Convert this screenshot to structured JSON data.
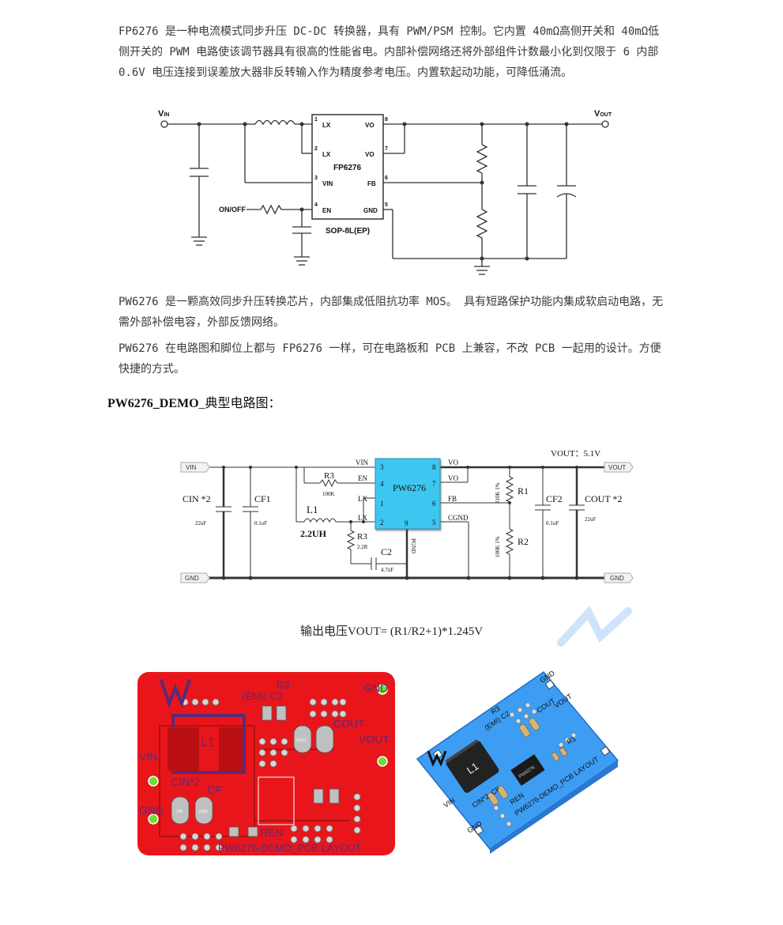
{
  "paragraphs": [
    "FP6276 是一种电流模式同步升压 DC-DC 转换器，具有 PWM/PSM 控制。它内置 40mΩ高侧开关和 40mΩ低侧开关的 PWM 电路使该调节器具有很高的性能省电。内部补偿网络还将外部组件计数最小化到仅限于 6 内部 0.6V 电压连接到误差放大器非反转输入作为精度参考电压。内置软起动功能，可降低涌流。",
    "PW6276 是一颗高效同步升压转换芯片，内部集成低阻抗功率 MOS。 具有短路保护功能内集成软启动电路，无需外部补偿电容，外部反馈网络。",
    "PW6276 在电路图和脚位上都与 FP6276 一样，可在电路板和 PCB 上兼容，不改 PCB 一起用的设计。方便快捷的方式。"
  ],
  "heading": {
    "bold": "PW6276_DEMO",
    "rest": "_典型电路图："
  },
  "schematic1": {
    "vin": "V",
    "vin_sub": "IN",
    "vout": "V",
    "vout_sub": "OUT",
    "chip": "FP6276",
    "package": "SOP-8L(EP)",
    "onoff": "ON/OFF",
    "pins_left": [
      {
        "num": "1",
        "name": "LX"
      },
      {
        "num": "2",
        "name": "LX"
      },
      {
        "num": "3",
        "name": "VIN"
      },
      {
        "num": "4",
        "name": "EN"
      }
    ],
    "pins_right": [
      {
        "num": "8",
        "name": "VO"
      },
      {
        "num": "7",
        "name": "VO"
      },
      {
        "num": "6",
        "name": "FB"
      },
      {
        "num": "5",
        "name": "GND"
      }
    ]
  },
  "schematic2": {
    "vout_value": "VOUT：5.1V",
    "vin_tag": "VIN",
    "vout_tag": "VOUT",
    "gnd_tag": "GND",
    "gnd_tag_right": "GND",
    "chip": "PW6276",
    "pins": [
      {
        "num": "3",
        "name": "VIN"
      },
      {
        "num": "4",
        "name": "EN"
      },
      {
        "num": "1",
        "name": "LX"
      },
      {
        "num": "2",
        "name": "LX"
      },
      {
        "num": "8",
        "name": "VO"
      },
      {
        "num": "7",
        "name": "VO"
      },
      {
        "num": "6",
        "name": "FB"
      },
      {
        "num": "5",
        "name": "CGND"
      },
      {
        "num": "9",
        "name": "PGND"
      }
    ],
    "cin": "CIN *2",
    "cin_val": "22uF",
    "cf1": "CF1",
    "cf1_val": "0.1uF",
    "r3_top": "R3",
    "r3_top_val": "100K",
    "l1": "L1",
    "l1_val": "2.2UH",
    "r3_bot": "R3",
    "r3_bot_val": "2.2R",
    "c2": "C2",
    "c2_val": "4.7nF",
    "r1": "R1",
    "r1_val": "310K  1%",
    "r2": "R2",
    "r2_val": "100K  1%",
    "cf2": "CF2",
    "cf2_val": "0.1uF",
    "cout": "COUT *2",
    "cout_val": "22uF"
  },
  "formula": "输出电压VOUT= (R1/R2+1)*1.245V",
  "pcb_red": {
    "labels": {
      "r3": "R3",
      "emi_c2": "(EMI) C2",
      "gnd_tr": "GND",
      "cout": "COUT",
      "vout": "VOUT",
      "vin": "VIN",
      "l1": "L1",
      "cin": "CIN*2",
      "cf": "CF",
      "gnd_l": "GND",
      "ren": "REN",
      "layout": "PW6276-DEMO_PCB LAYOUT"
    },
    "pads": {
      "vin": "VIN",
      "gnd": "GND",
      "vout": "VOUT"
    }
  },
  "pcb_blue": {
    "labels": {
      "gnd": "GND",
      "r3": "R3",
      "emi_c2": "(EMI) C2",
      "cout": "COUT",
      "vout": "VOUT",
      "r1": "R1",
      "l1": "L1",
      "chip": "PW6276",
      "vin": "VIN",
      "cin": "CIN*2",
      "cf": "CF",
      "ren": "REN",
      "gnd_b": "GND",
      "layout": "PW6276-DEMO_PCB LAYOUT"
    }
  },
  "colors": {
    "chip_fill": "#3ec7f0",
    "pcb_red": "#e8161a",
    "pcb_blue": "#3d9df3",
    "wire": "#333333"
  }
}
